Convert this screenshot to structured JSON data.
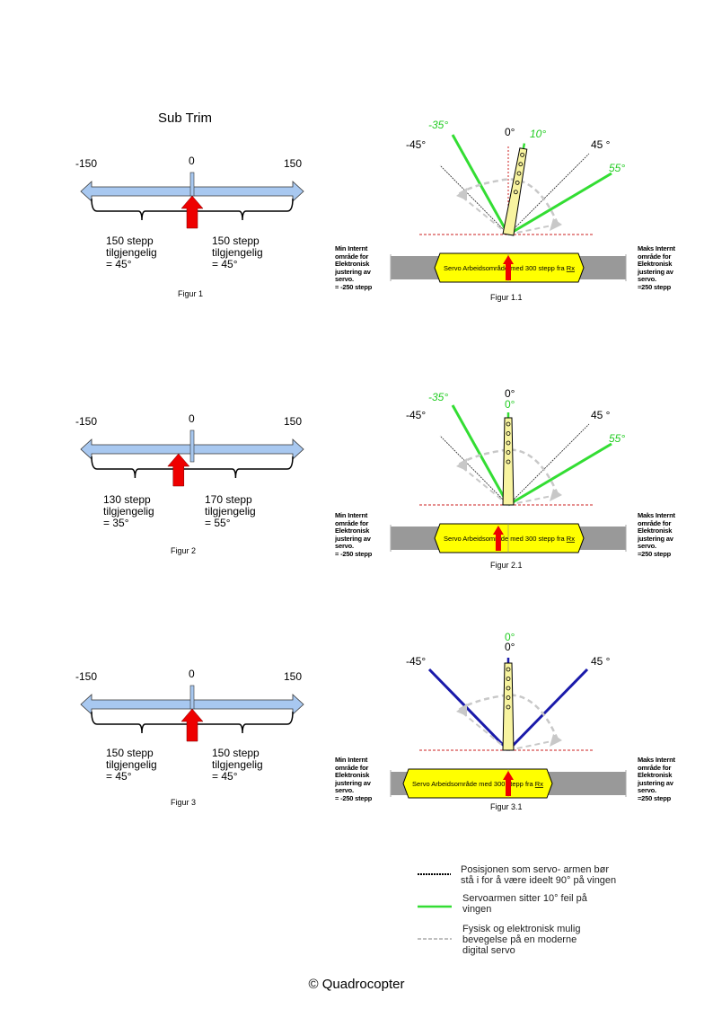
{
  "title": "Sub Trim",
  "colors": {
    "scale_arrow": "#a8c8f0",
    "pointer": "#ee0000",
    "green_line": "#33dd33",
    "blue_line": "#1a1aaa",
    "dashed_black": "#333333",
    "dashed_gray": "#c8c8c8",
    "dashed_red": "#cc2222",
    "servo_arm": "#f8f4a0",
    "work_area": "#ffff00",
    "internal_range": "#999999"
  },
  "scale_labels": {
    "min": "-150",
    "center": "0",
    "max": "150"
  },
  "figures": [
    {
      "scale_caption": "Figur 1",
      "subtrim_value": 0,
      "left_steps": "150 stepp\ntilgjengelig\n= 45°",
      "right_steps": "150 stepp\ntilgjengelig\n= 45°",
      "servo_caption": "Figur 1.1",
      "arm_angle_deg": 10,
      "angle_labels": {
        "ideal_left": "-45°",
        "ideal_center": "0°",
        "ideal_right": "45 °",
        "actual_left": "-35°",
        "actual_center": "10°",
        "actual_right": "55°"
      },
      "line_style": "green"
    },
    {
      "scale_caption": "Figur 2",
      "subtrim_value": -20,
      "left_steps": "130 stepp\ntilgjengelig\n= 35°",
      "right_steps": "170 stepp\ntilgjengelig\n= 55°",
      "servo_caption": "Figur 2.1",
      "arm_angle_deg": 0,
      "angle_labels": {
        "ideal_left": "-45°",
        "ideal_center": "0°",
        "ideal_right": "45 °",
        "actual_left": "-35°",
        "actual_center": "0°",
        "actual_right": "55°"
      },
      "line_style": "green"
    },
    {
      "scale_caption": "Figur 3",
      "subtrim_value": 0,
      "left_steps": "150 stepp\ntilgjengelig\n= 45°",
      "right_steps": "150 stepp\ntilgjengelig\n= 45°",
      "servo_caption": "Figur 3.1",
      "arm_angle_deg": 0,
      "angle_labels": {
        "ideal_left": "-45°",
        "ideal_center": "0°",
        "ideal_right": "45 °",
        "actual_center": "0°"
      },
      "line_style": "blue"
    }
  ],
  "range_bar": {
    "min_text": "Min Internt\nområde for\nElektronisk\njustering av\nservo.\n= -250 stepp",
    "max_text": "Maks Internt\nområde for\nElektronisk\njustering av\nservo.\n=250 stepp",
    "work_area_text": "Servo Arbeidsområde med 300 stepp fra ",
    "work_area_link": "Rx"
  },
  "legend": [
    {
      "style": "dotted-black",
      "text": "Posisjonen som servo- armen bør\nstå i for å være ideelt 90° på vingen"
    },
    {
      "style": "solid-green",
      "text": "Servoarmen sitter 10° feil på\nvingen"
    },
    {
      "style": "dashed-gray",
      "text": "Fysisk og elektronisk mulig\nbevegelse på en moderne\ndigital servo"
    }
  ],
  "copyright": "© Quadrocopter"
}
